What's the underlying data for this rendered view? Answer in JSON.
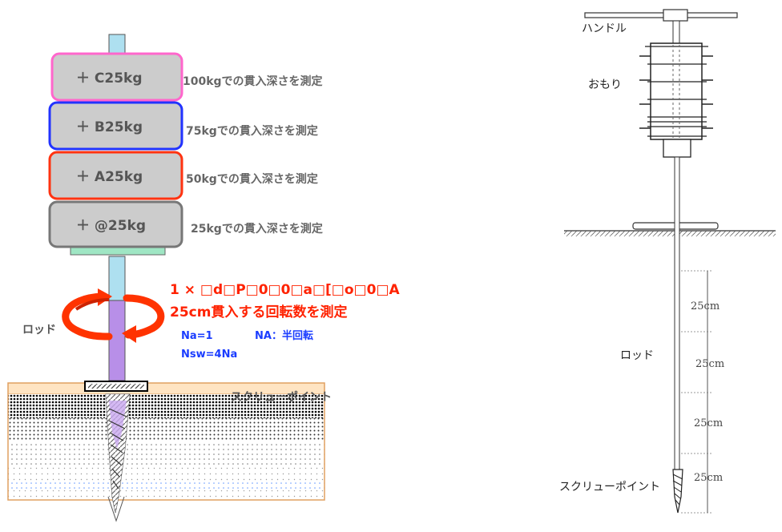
{
  "left": {
    "weights": [
      {
        "label": "＋ C25kg",
        "desc": "100kgでの貫入深さを測定",
        "border": "#ff66cc"
      },
      {
        "label": "＋ B25kg",
        "desc": "75kgでの貫入深さを測定",
        "border": "#2233ff"
      },
      {
        "label": "＋ A25kg",
        "desc": "50kgでの貫入深さを測定",
        "border": "#ff3311"
      },
      {
        "label": "＋ @25kg",
        "desc": "25kgでの貫入深さを測定",
        "border": "#777777"
      }
    ],
    "red_line1": "1 × □d□P□0□0□a□[□o□0□A",
    "red_line2": "25cm貫入する回転数を測定",
    "blue_line1": "Na=1",
    "blue_line1b": "NA：半回転",
    "blue_line2": "Nsw=4Na",
    "rod_label": "ロッド",
    "screw_label": "スクリューポイント"
  },
  "right": {
    "handle_label": "ハンドル",
    "weight_label": "おもり",
    "rod_label": "ロッド",
    "screw_label": "スクリューポイント",
    "dims": [
      "25cm",
      "25cm",
      "25cm",
      "25cm"
    ]
  },
  "colors": {
    "red": "#ff2200",
    "blue": "#1a3cff",
    "rod_top": "#aee0f0",
    "rod_lower": "#b88fe8"
  }
}
